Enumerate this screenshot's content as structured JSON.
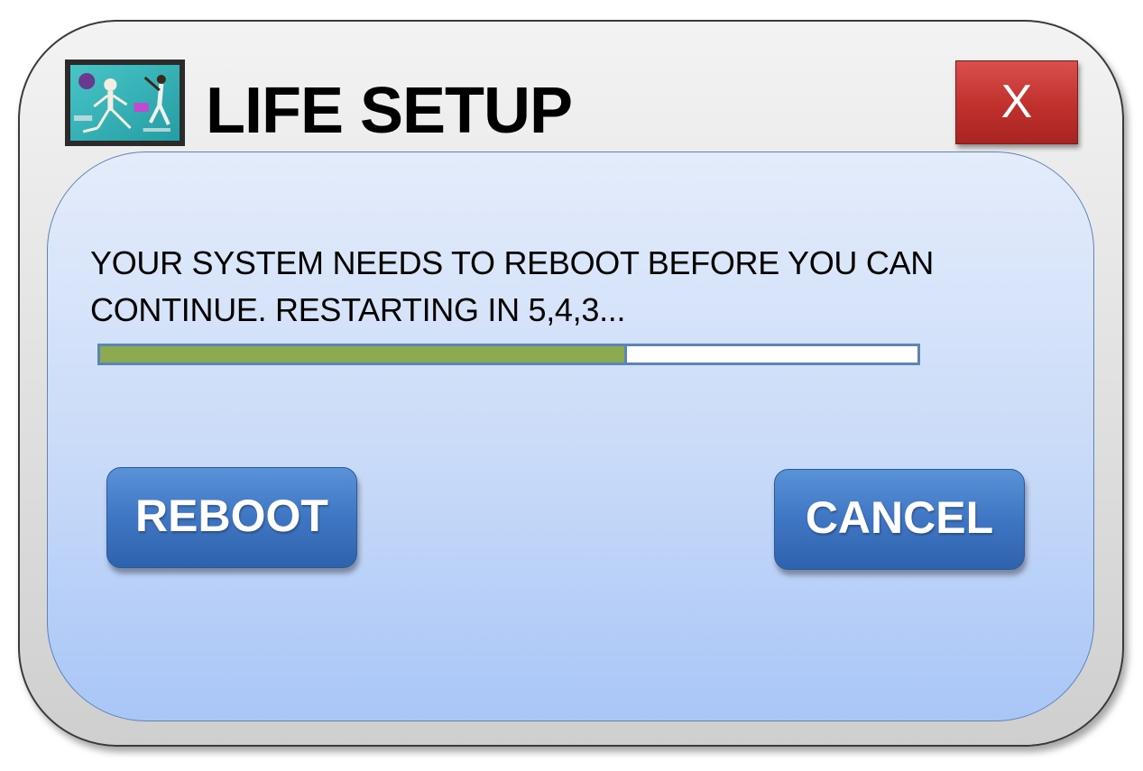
{
  "window": {
    "title": "LIFE SETUP",
    "close_label": "X"
  },
  "icons": {
    "app_icon": "anatomy-poster-icon"
  },
  "message": {
    "line1": "YOUR SYSTEM NEEDS TO REBOOT BEFORE YOU CAN",
    "line2": "CONTINUE. RESTARTING IN 5,4,3..."
  },
  "progress": {
    "fraction": 0.645
  },
  "buttons": {
    "reboot_label": "REBOOT",
    "cancel_label": "CANCEL"
  },
  "colors": {
    "close_button": "#c0302d",
    "primary_button": "#3f76c4",
    "progress_fill": "#8caa4f",
    "progress_border": "#5b84b8",
    "panel": "#cbdcf8"
  }
}
